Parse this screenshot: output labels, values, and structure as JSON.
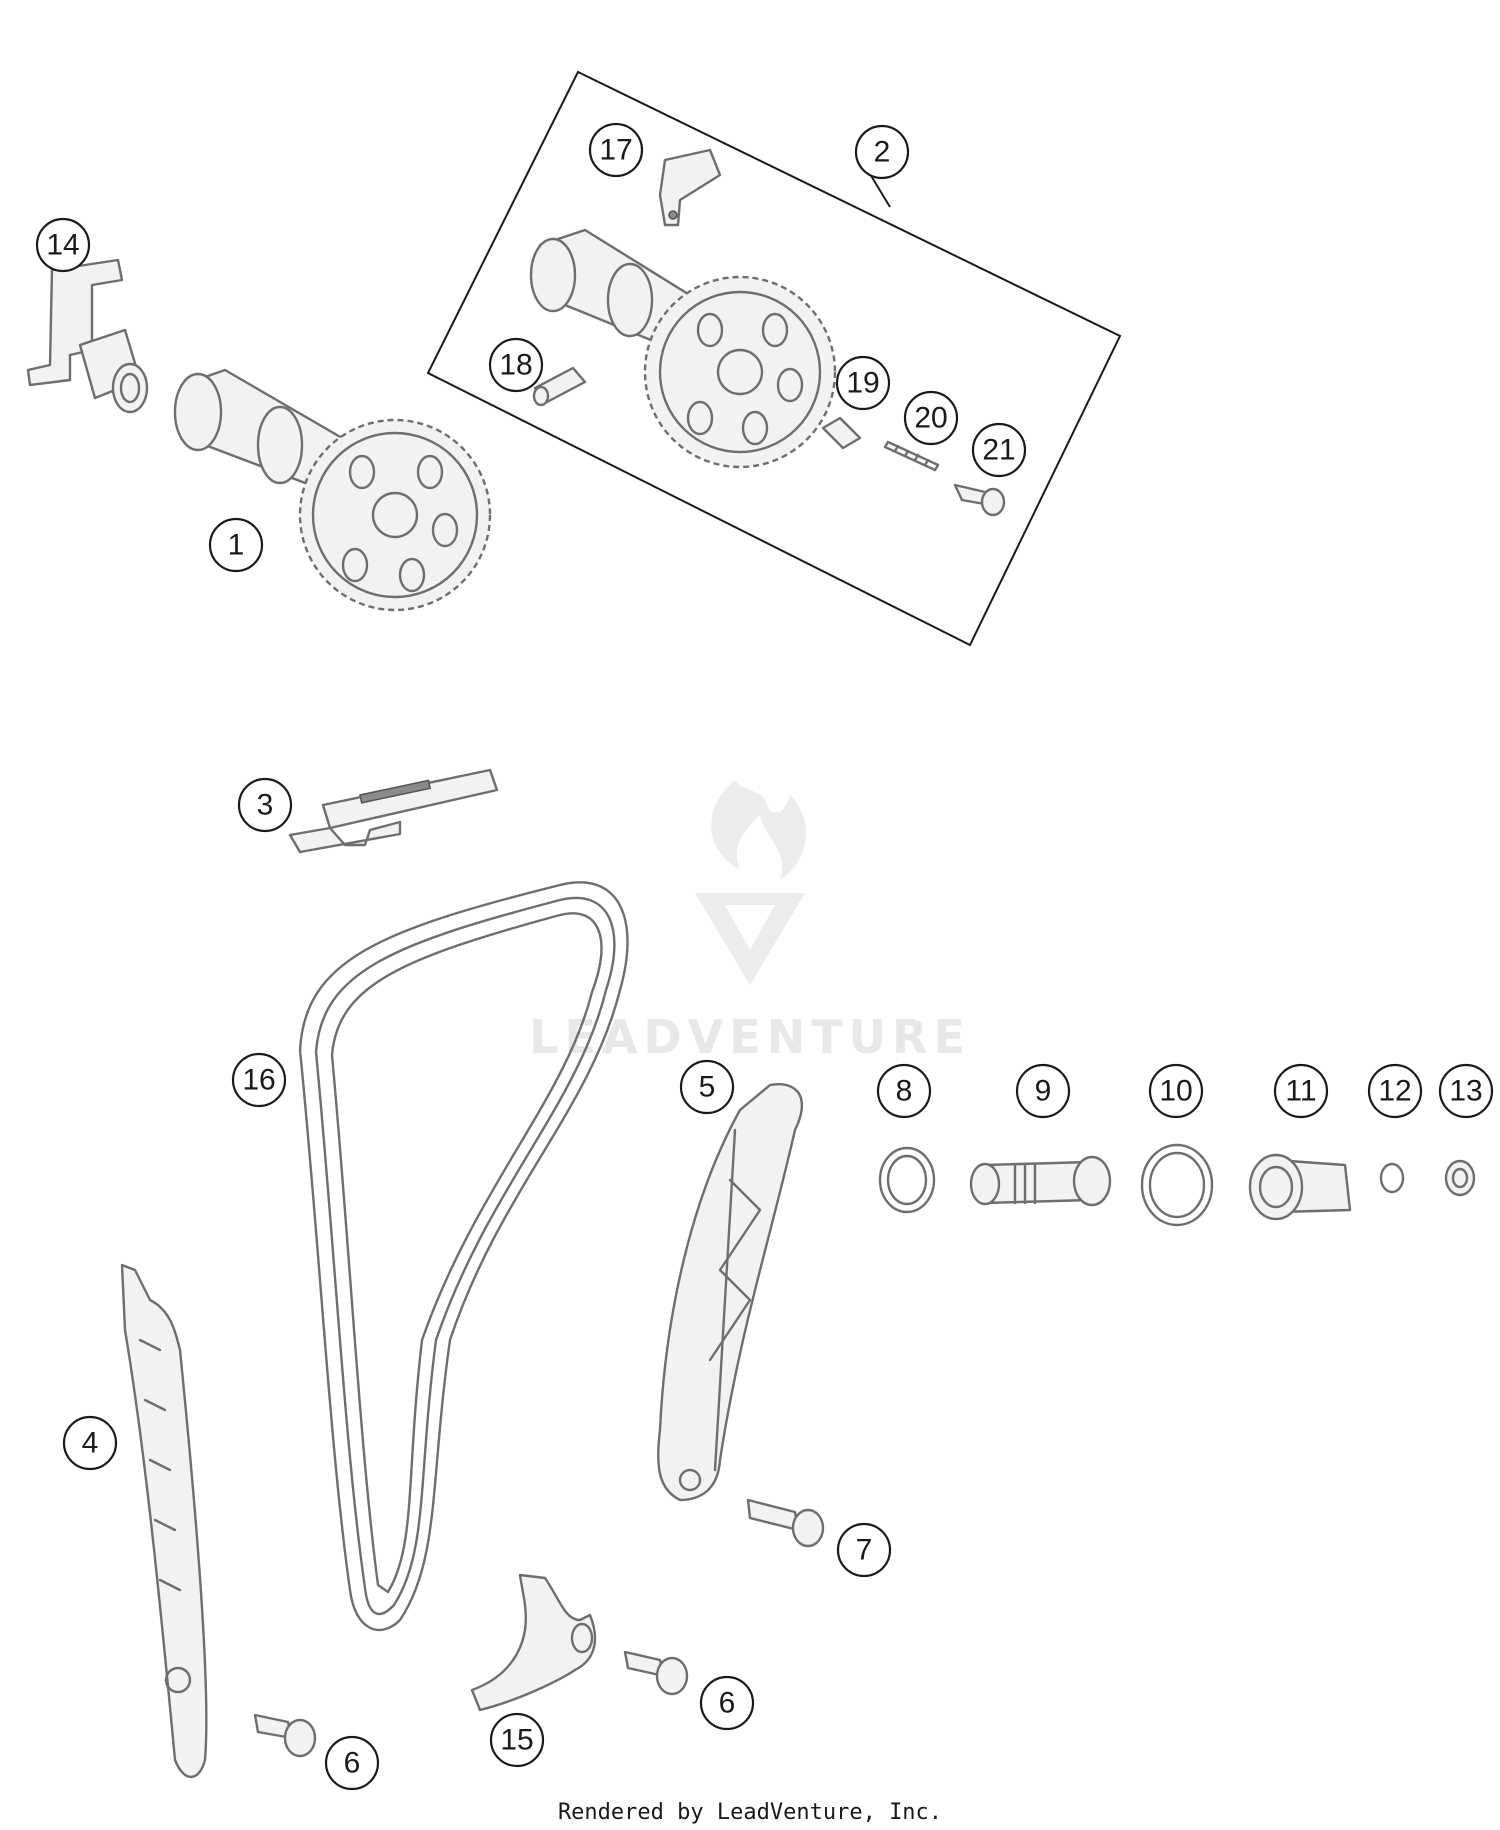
{
  "callouts": [
    "1",
    "2",
    "3",
    "4",
    "5",
    "6",
    "6",
    "7",
    "8",
    "9",
    "10",
    "11",
    "12",
    "13",
    "14",
    "15",
    "16",
    "17",
    "18",
    "19",
    "20",
    "21"
  ],
  "watermark": {
    "text": "LEADVENTURE"
  },
  "footer": {
    "text": "Rendered by LeadVenture, Inc."
  }
}
